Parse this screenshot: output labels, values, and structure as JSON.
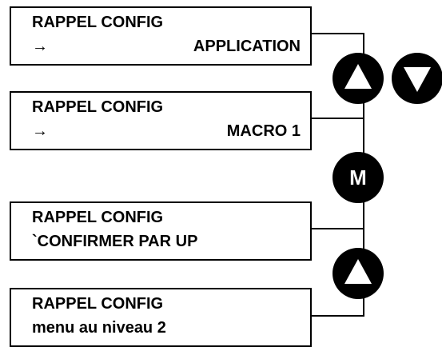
{
  "screens": [
    {
      "title": "RAPPEL CONFIG",
      "arrow": "→",
      "value": "APPLICATION"
    },
    {
      "title": "RAPPEL CONFIG",
      "arrow": "→",
      "value": "MACRO 1"
    },
    {
      "title": "RAPPEL CONFIG",
      "line2": "`CONFIRMER PAR UP"
    },
    {
      "title": "RAPPEL CONFIG",
      "line2": "menu au niveau 2"
    }
  ],
  "keys": {
    "up": "up-arrow-icon",
    "down": "down-arrow-icon",
    "m_label": "M"
  },
  "colors": {
    "ink": "#000000",
    "background": "#ffffff"
  }
}
